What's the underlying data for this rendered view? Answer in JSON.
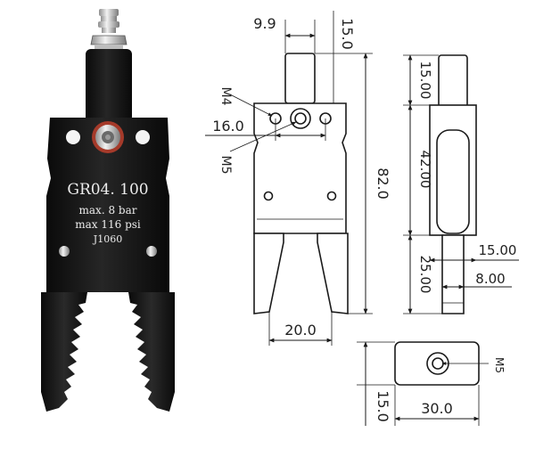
{
  "product": {
    "model": "GR04. 100",
    "pressure_bar": "max. 8 bar",
    "pressure_psi": "max 116 psi",
    "code": "J1060"
  },
  "front_view": {
    "dim_top_offset": "9.9",
    "dim_jaw_height": "15.0",
    "thread_m4": "M4",
    "dim_hole_spacing": "16.0",
    "thread_m5": "M5",
    "dim_total_height": "82.0",
    "dim_jaw_width": "20.0"
  },
  "side_view": {
    "dim_top": "15.00",
    "dim_body": "42.00",
    "dim_bottom": "25.00",
    "dim_width": "15.00",
    "dim_jaw": "8.00"
  },
  "bottom_view": {
    "thread": "M5",
    "dim_depth": "15.0",
    "dim_length": "30.0"
  }
}
